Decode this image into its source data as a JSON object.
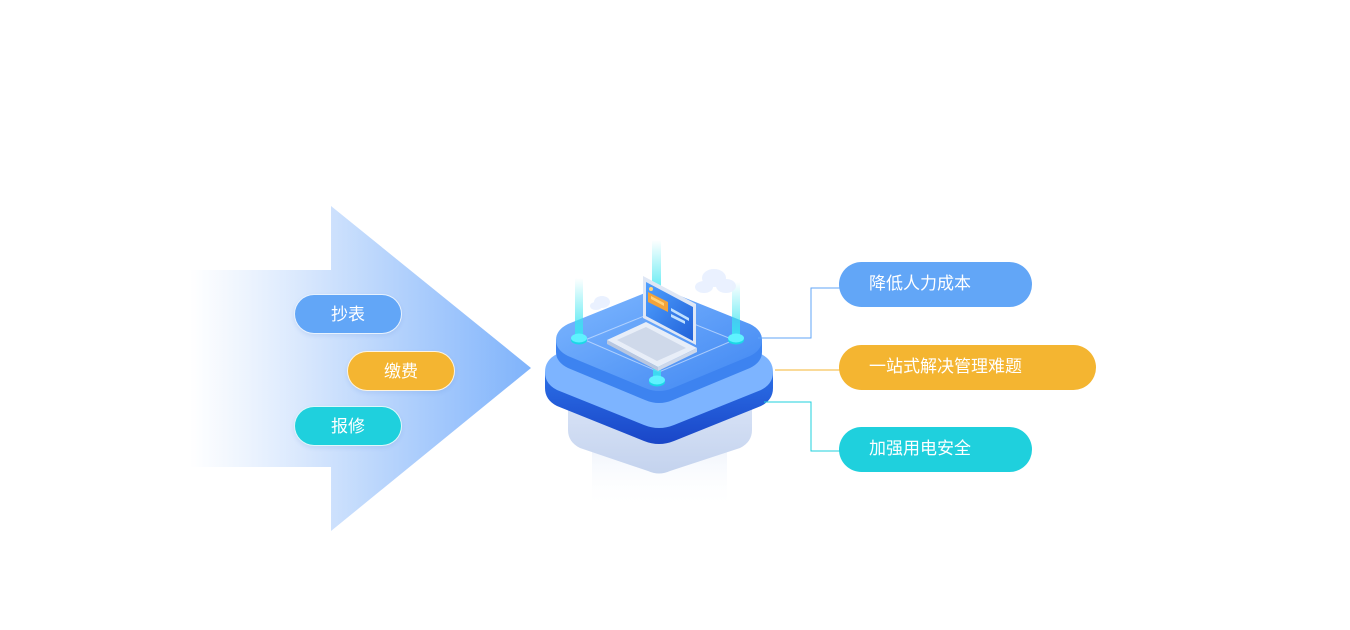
{
  "colors": {
    "blue": "#62a6f7",
    "orange": "#f4b531",
    "cyan": "#1fd0dd",
    "arrow": "#7fb3fb",
    "platform": "#4a8ff5"
  },
  "inputs": [
    {
      "label": "抄表",
      "color": "blue"
    },
    {
      "label": "缴费",
      "color": "orange"
    },
    {
      "label": "报修",
      "color": "cyan"
    }
  ],
  "center": {
    "icon": "laptop-platform-icon"
  },
  "outputs": [
    {
      "label": "降低人力成本",
      "color": "blue"
    },
    {
      "label": "一站式解决管理难题",
      "color": "orange"
    },
    {
      "label": "加强用电安全",
      "color": "cyan"
    }
  ]
}
